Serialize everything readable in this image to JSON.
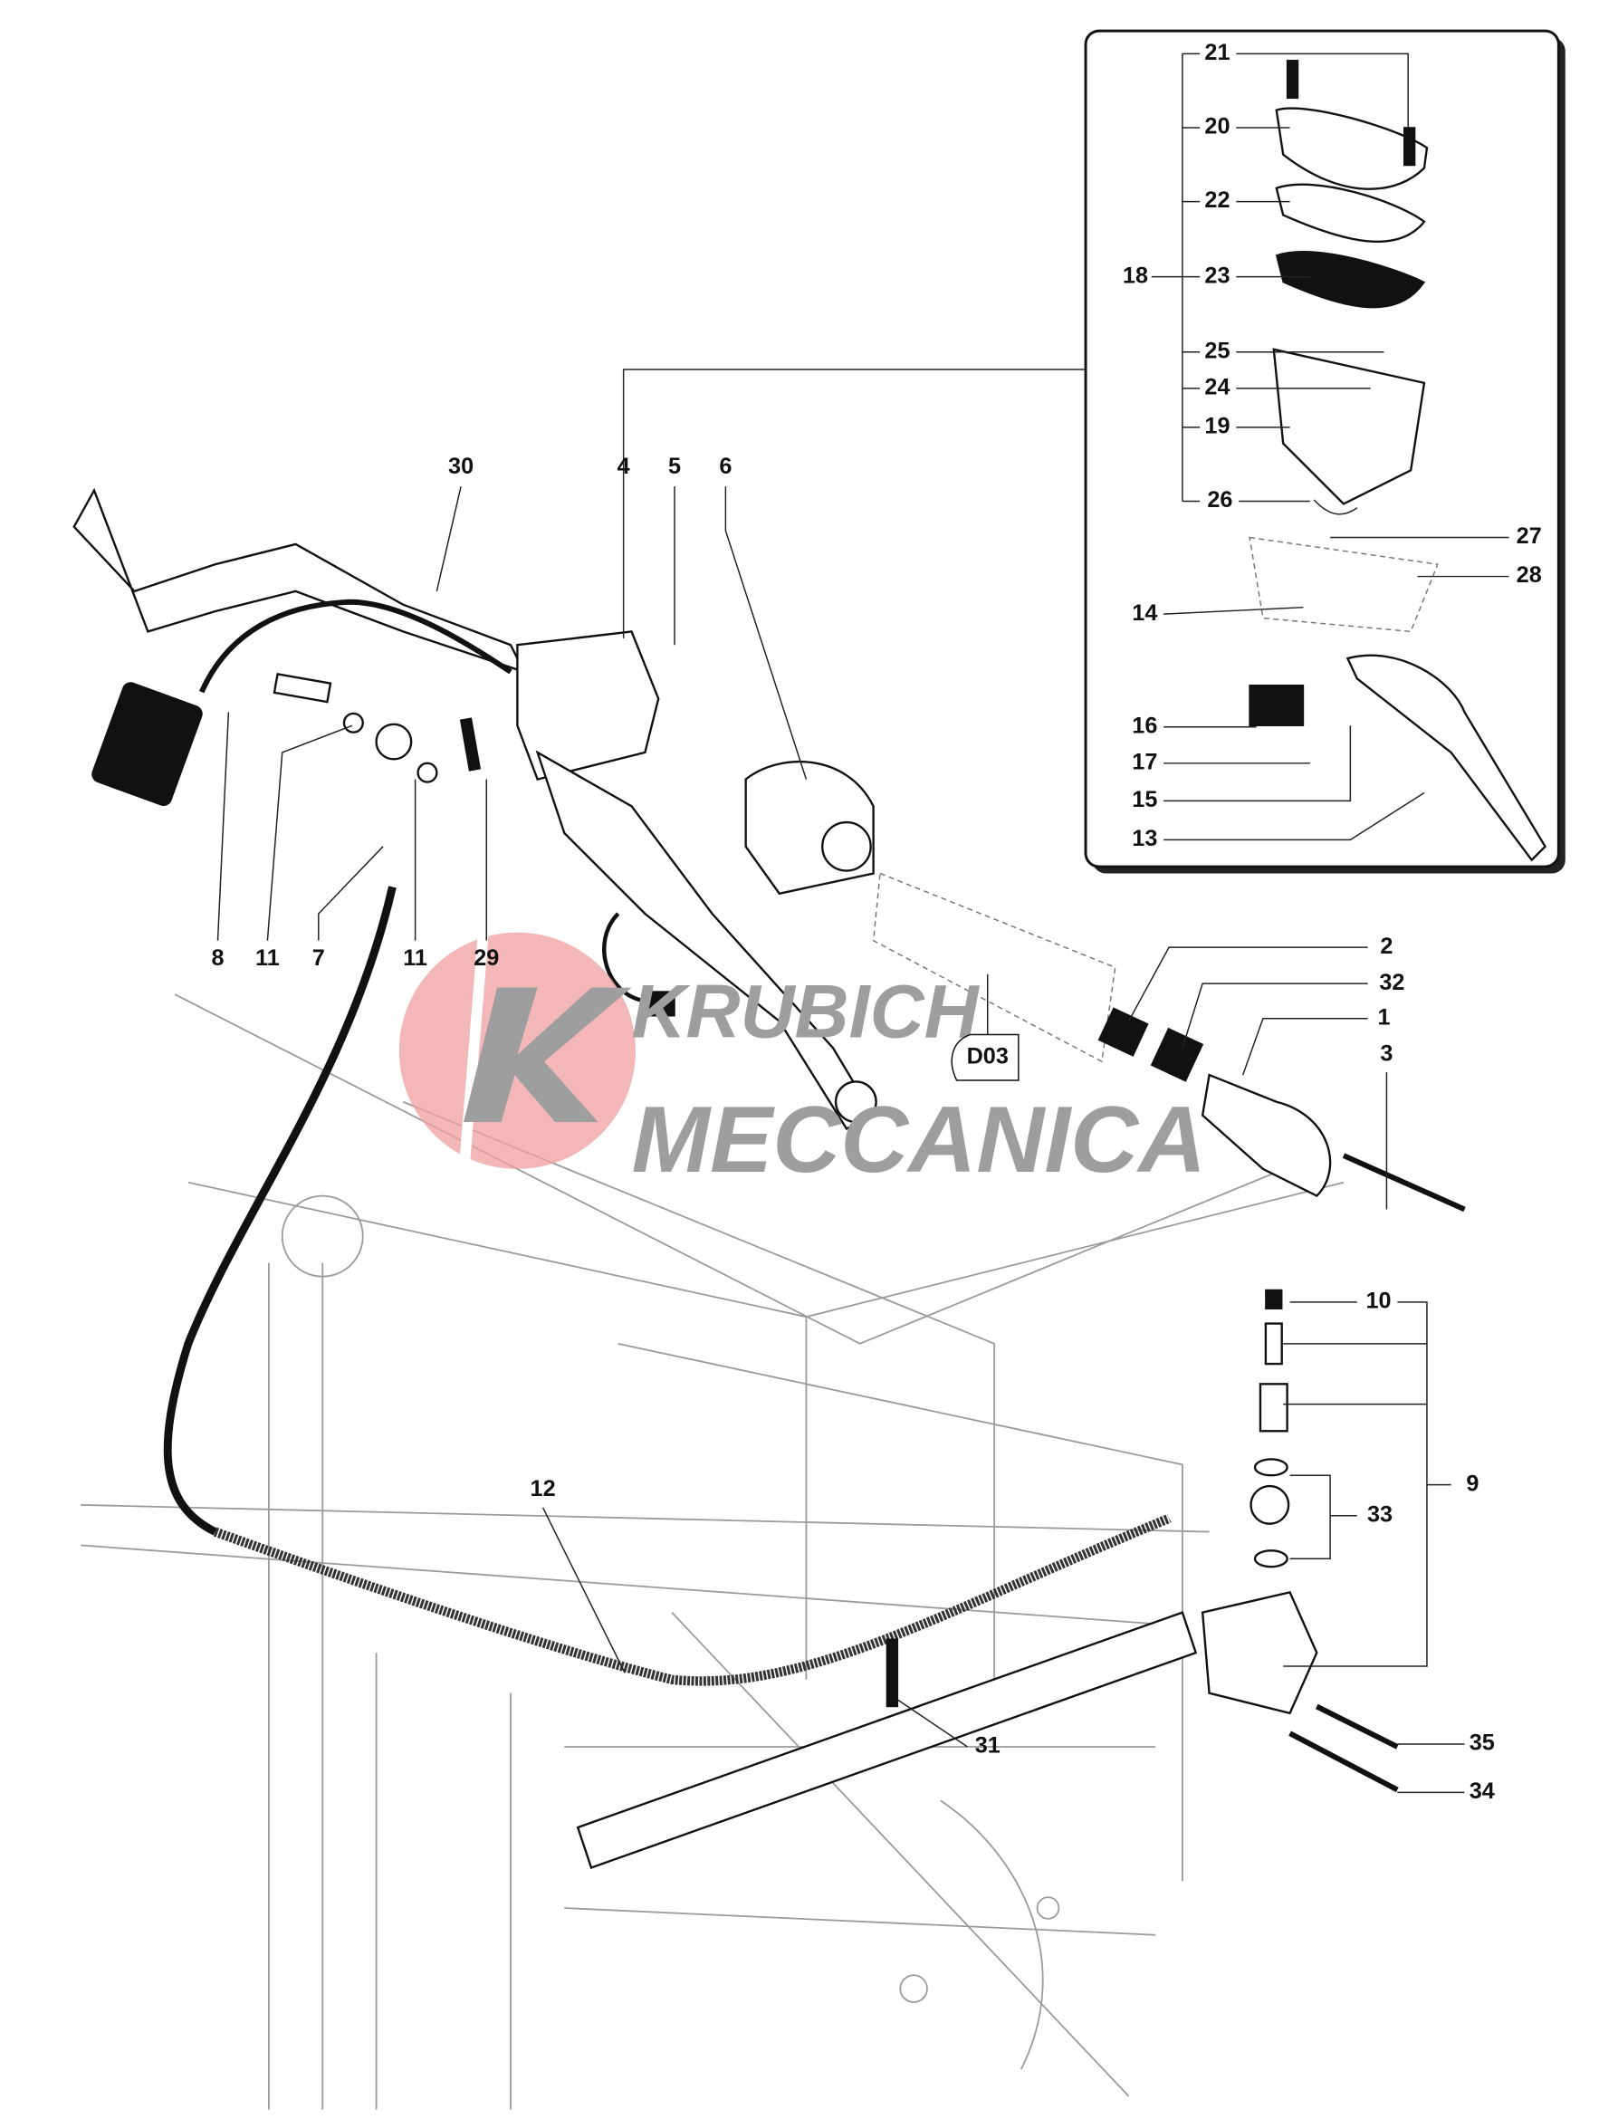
{
  "diagram": {
    "watermark": {
      "line1": "KRUBICH",
      "line2": "MECCANICA",
      "accent_color": "#ef9f9f",
      "text_color": "#9e9e9e"
    },
    "reference_badge": "D03",
    "inset_callouts": [
      "21",
      "20",
      "22",
      "23",
      "18",
      "25",
      "24",
      "19",
      "26",
      "27",
      "28",
      "14",
      "16",
      "17",
      "15",
      "13"
    ],
    "main_callouts": {
      "top": [
        "30",
        "4",
        "5",
        "6"
      ],
      "bottom_left": [
        "8",
        "11",
        "7",
        "11",
        "29"
      ],
      "right": [
        "2",
        "32",
        "1",
        "3",
        "10",
        "9",
        "33",
        "35",
        "34"
      ],
      "hose": [
        "12",
        "31"
      ]
    }
  }
}
